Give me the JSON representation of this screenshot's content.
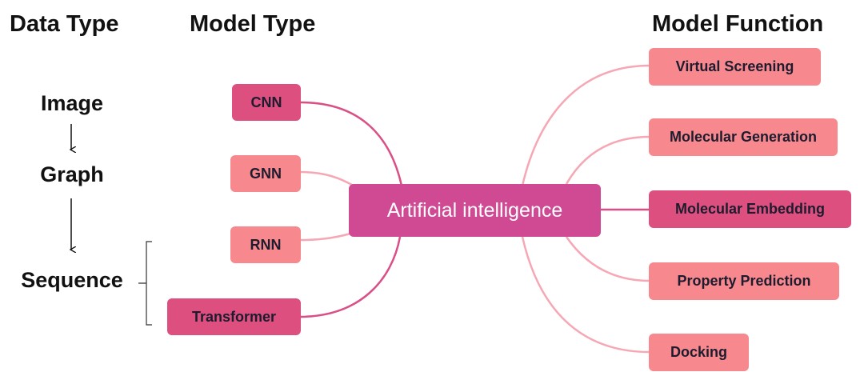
{
  "headings": {
    "data_type": "Data Type",
    "model_type": "Model Type",
    "model_function": "Model Function"
  },
  "data_types": [
    "Image",
    "Graph",
    "Sequence"
  ],
  "center": {
    "label": "Artificial intelligence"
  },
  "model_types": [
    {
      "label": "CNN",
      "shade": "dark"
    },
    {
      "label": "GNN",
      "shade": "light"
    },
    {
      "label": "RNN",
      "shade": "light"
    },
    {
      "label": "Transformer",
      "shade": "dark"
    }
  ],
  "model_functions": [
    {
      "label": "Virtual Screening",
      "shade": "light"
    },
    {
      "label": "Molecular Generation",
      "shade": "light"
    },
    {
      "label": "Molecular Embedding",
      "shade": "dark"
    },
    {
      "label": "Property Prediction",
      "shade": "light"
    },
    {
      "label": "Docking",
      "shade": "light"
    }
  ],
  "colors": {
    "center": "#d04a93",
    "dark_box": "#dd4f7f",
    "light_box": "#f7888e",
    "dark_link": "#d94f86",
    "light_link": "#f6a7b4"
  }
}
